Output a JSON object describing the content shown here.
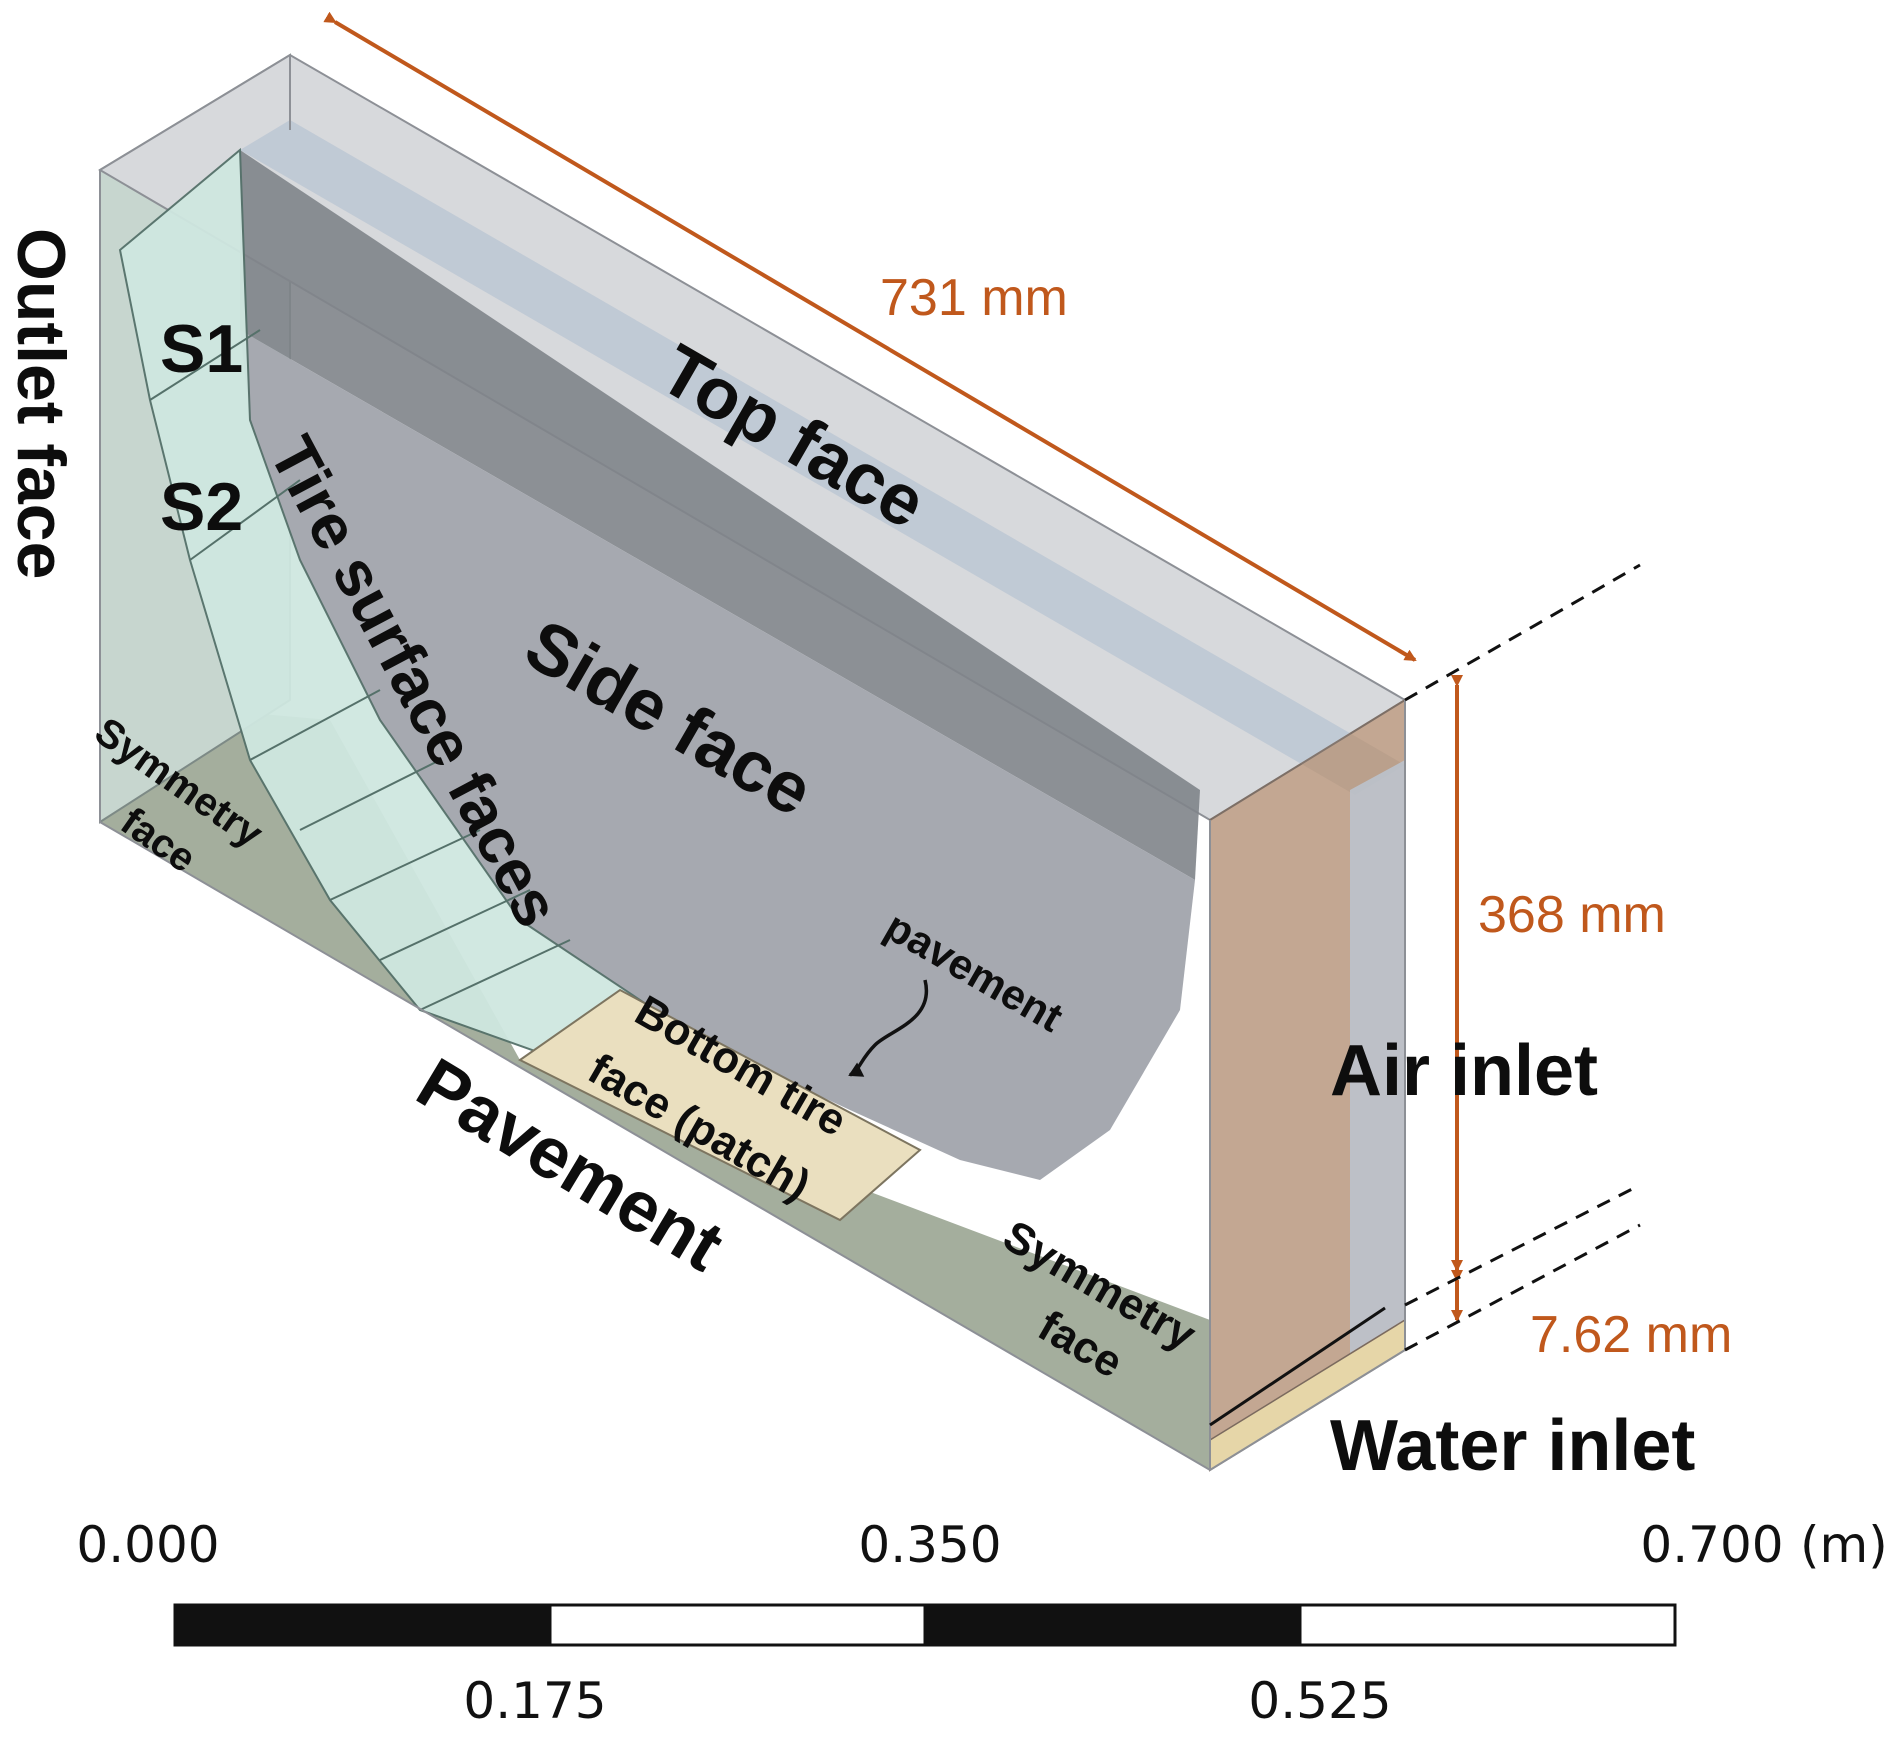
{
  "colors": {
    "dimension": "#c0581c",
    "top_face": "#d7d9dc",
    "side_face": "#a6a9b0",
    "outlet_face": "#c7d6cf",
    "tire_faces": "#cfe7e0",
    "patch": "#eadfbf",
    "air_inlet": "#b9987f",
    "ground": "#9aa592",
    "text": "#0d0d0d"
  },
  "dimensions": {
    "length": "731 mm",
    "height": "368 mm",
    "water_depth": "7.62 mm"
  },
  "labels": {
    "outlet_face": "Outlet face",
    "top_face": "Top face",
    "side_face": "Side face",
    "s1": "S1",
    "s2": "S2",
    "tire_surface_faces": "Tire surface faces",
    "symmetry_face_left_line1": "Symmetry",
    "symmetry_face_left_line2": "face",
    "pavement_arrow": "pavement",
    "bottom_tire_line1": "Bottom tire",
    "bottom_tire_line2": "face (patch)",
    "pavement": "Pavement",
    "symmetry_face_right_line1": "Symmetry",
    "symmetry_face_right_line2": "face",
    "air_inlet": "Air inlet",
    "water_inlet": "Water inlet"
  },
  "scale_bar": {
    "unit": "(m)",
    "top_ticks": [
      "0.000",
      "0.350",
      "0.700"
    ],
    "bottom_ticks": [
      "0.175",
      "0.525"
    ],
    "segments": [
      "black",
      "white",
      "black",
      "white"
    ]
  }
}
